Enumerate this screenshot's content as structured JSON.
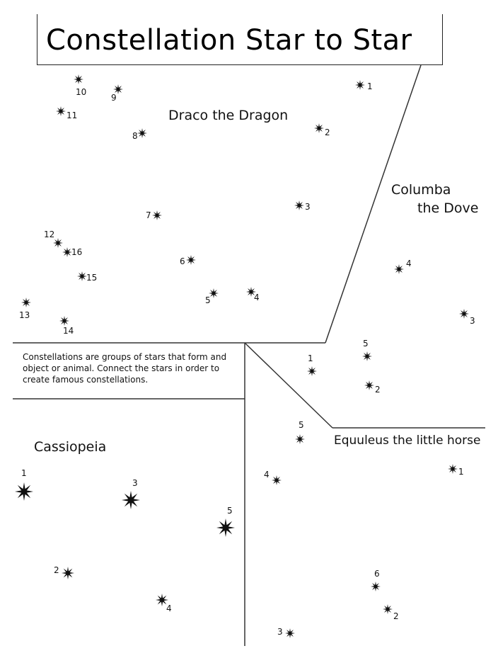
{
  "title": "Constellation Star to Star",
  "instructions": "Constellations are groups of stars that form and object or animal. Connect the stars in order to create famous constellations.",
  "constellations": [
    {
      "name": "Draco the Dragon",
      "stars": [
        {
          "num": "1"
        },
        {
          "num": "2"
        },
        {
          "num": "3"
        },
        {
          "num": "4"
        },
        {
          "num": "5"
        },
        {
          "num": "6"
        },
        {
          "num": "7"
        },
        {
          "num": "8"
        },
        {
          "num": "9"
        },
        {
          "num": "10"
        },
        {
          "num": "11"
        },
        {
          "num": "12"
        },
        {
          "num": "13"
        },
        {
          "num": "14"
        },
        {
          "num": "15"
        },
        {
          "num": "16"
        }
      ]
    },
    {
      "name_line1": "Columba",
      "name_line2": "the Dove",
      "stars": [
        {
          "num": "1"
        },
        {
          "num": "2"
        },
        {
          "num": "3"
        },
        {
          "num": "4"
        },
        {
          "num": "5"
        }
      ]
    },
    {
      "name": "Cassiopeia",
      "stars": [
        {
          "num": "1"
        },
        {
          "num": "2"
        },
        {
          "num": "3"
        },
        {
          "num": "4"
        },
        {
          "num": "5"
        }
      ]
    },
    {
      "name": "Equuleus the little horse",
      "stars": [
        {
          "num": "1"
        },
        {
          "num": "2"
        },
        {
          "num": "3"
        },
        {
          "num": "4"
        },
        {
          "num": "5"
        },
        {
          "num": "6"
        }
      ]
    }
  ]
}
